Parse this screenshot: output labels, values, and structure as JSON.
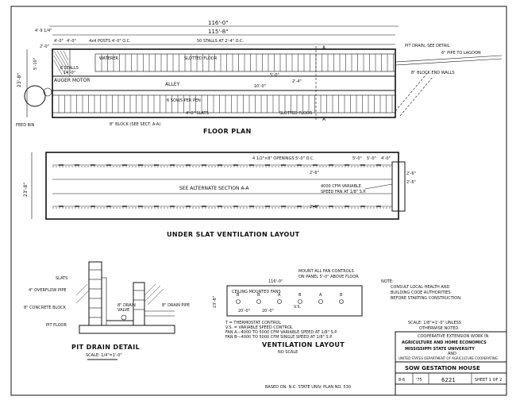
{
  "floor_plan": {
    "title": "FLOOR PLAN",
    "dim_overall": "116'-0\"",
    "dim_inner": "115'-8\"",
    "dim_depth": "23'-8\"",
    "dim_a": "4'-0\"",
    "dim_b": "4'-0\"",
    "dim_c": "2'-0\"",
    "dim_d": "5'-10\"",
    "dim_e": "4'-9 1/4\"",
    "posts": "4x4 POSTS 4'-0\" O.C.",
    "stalls": "50 STALLS AT 2'-4\" O.C.",
    "waterer": "WATERER",
    "slotted_floor_top": "SLOTTED FLOOR",
    "slotted_floor_bottom": "SLOTTED FLOOR",
    "six_stalls": "6 STALLS",
    "six_stalls_dim": "14'-0\"",
    "auger": "AUGER MOTOR",
    "alley": "ALLEY",
    "sows": "6 SOWS PER PEN",
    "slats": "4'-0\" SLATS",
    "block": "8\" BLOCK (SEE SECT. A-A)",
    "feed_bin": "FEED BIN",
    "pit_drain": "PIT DRAIN, SEE DETAIL",
    "pipe": "6\" PIPE TO LAGOON",
    "end_walls": "8\" BLOCK END WALLS",
    "section_a": "A",
    "dim_alley": "2'-4\"",
    "dim_alley2": "5'-0\"",
    "dim_pen": "10'-0\""
  },
  "under_slat": {
    "title": "UNDER SLAT VENTILATION LAYOUT",
    "dim_depth": "23'-8\"",
    "openings": "4 1/2\"×8\" OPENINGS 5'-0\" O.C.",
    "dim_1": "5'-0\"",
    "dim_2": "5'-0\"",
    "dim_3": "4'-0\"",
    "dim_4": "2'-6\"",
    "dim_5": "2'-6\"",
    "dim_6": "2'-6\"",
    "see_alt": "SEE ALTERNATE SECTION A-A",
    "fan": "4000 CFM VARIABLE",
    "fan2": "SPEED FAN AT 1/8\" S.P.",
    "dim_side": "2'-6\""
  },
  "pit_drain": {
    "title": "PIT DRAIN DETAIL",
    "scale": "SCALE: 1/4\"=1'-0\"",
    "slats": "SLATS",
    "overflow": "4\" OVERFLOW PIPE",
    "concrete_block": "8\" CONCRETE BLOCK",
    "pit_floor": "PIT FLOOR",
    "drain_valve": "8\" DRAIN",
    "drain_valve2": "VALVE",
    "drain_pipe": "8\" DRAIN PIPE"
  },
  "ventilation": {
    "title": "VENTILATION LAYOUT",
    "subtitle": "NO SCALE",
    "mount": "MOUNT ALL FAN CONTROLS",
    "mount2": "ON PANEL 5'-0\" ABOVE FLOOR",
    "dim_len": "116'-0\"",
    "dim_depth": "23'-8\"",
    "ceiling_fans": "CEILING MOUNTED FANS",
    "legend_t": "T = THERMOSTAT CONTROL",
    "legend_vs": "V.S. = VARIABLE SPEED CONTROL",
    "legend_a": "FAN A—4000 TO 5000 CFM VARIABLE SPEED AT 1/8\" S.P.",
    "legend_b": "FAN B—4000 TO 5000 CFM SINGLE SPEED AT 1/8\" S.P.",
    "fan_labels": [
      "B",
      "B",
      "A",
      "B",
      "A",
      "B"
    ],
    "dim_a": "20'-0\"",
    "dim_b": "20'-0\"",
    "vs": "V.S."
  },
  "notes": {
    "label": "NOTE:",
    "text1": "CONSULT LOCAL HEALTH AND",
    "text2": "BUILDING CODE AUTHORITIES",
    "text3": "BEFORE STARTING CONSTRUCTION.",
    "scale1": "SCALE: 1/8\"=1'-0\" UNLESS",
    "scale2": "OTHERWISE NOTED."
  },
  "title_block": {
    "line1": "COOPERATIVE EXTENSION WORK IN",
    "line2": "AGRICULTURE AND HOME ECONOMICS",
    "line3": "MISSISSIPPI STATE UNIVERSITY",
    "line4": "AND",
    "line5": "UNITED STATES DEPARTMENT OF AGRICULTURE COOPERATING",
    "house": "SOW GESTATION HOUSE",
    "date": "8-6",
    "year": "'75",
    "plan_no": "6221",
    "sheet": "SHEET 1 OF 2"
  },
  "based_on": "BASED ON: N.C. STATE UNIV. PLAN NO. 530"
}
